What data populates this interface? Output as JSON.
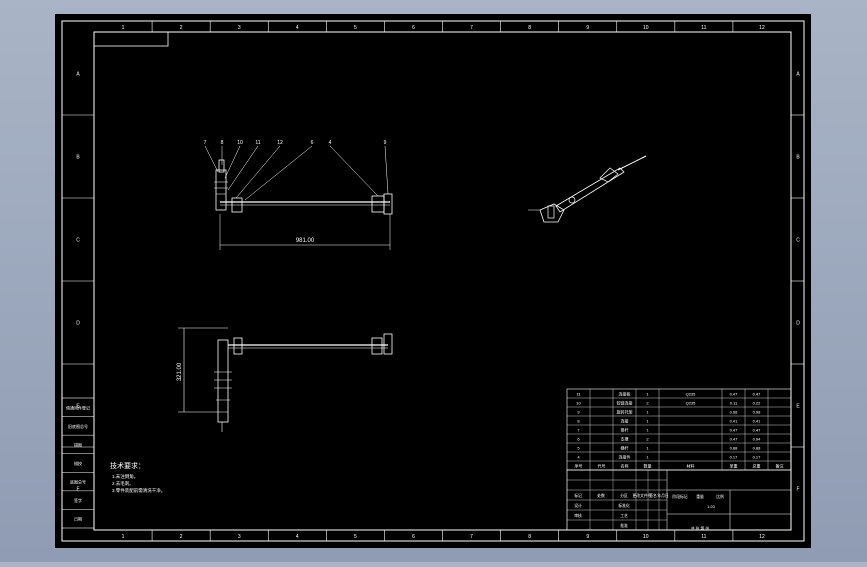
{
  "drawing": {
    "background": "#000000",
    "line_color": "#ffffff",
    "viewport_color": "#9aa6bb",
    "columns": [
      "1",
      "2",
      "3",
      "4",
      "5",
      "6",
      "7",
      "8",
      "9",
      "10",
      "11",
      "12"
    ],
    "rows": [
      "A",
      "B",
      "C",
      "D",
      "E",
      "F"
    ],
    "front_view": {
      "balloons": [
        "7",
        "8",
        "10",
        "11",
        "12",
        "6",
        "4",
        "9"
      ],
      "dimension": "981.00"
    },
    "bottom_view": {
      "dimension": "321.00"
    },
    "tech_notes": {
      "title": "技术要求：",
      "lines": [
        "1.未注倒角。",
        "2.去毛刺。",
        "3.零件装配前需清洗干净。"
      ]
    },
    "left_strip": [
      "借通用件登记",
      "旧底图总号",
      "描图",
      "描校",
      "底图总号",
      "签字",
      "日期"
    ],
    "bom": {
      "rows": [
        {
          "no": "11",
          "code": "",
          "name": "连接板",
          "qty": "1",
          "material": "Q235",
          "note1": "0.47",
          "note2": "0.47"
        },
        {
          "no": "10",
          "code": "",
          "name": "铰链连接",
          "qty": "2",
          "material": "Q235",
          "note1": "0.11",
          "note2": "0.22"
        },
        {
          "no": "9",
          "code": "",
          "name": "旋转托架",
          "qty": "1",
          "material": "",
          "note1": "0.98",
          "note2": "0.98"
        },
        {
          "no": "8",
          "code": "",
          "name": "连接",
          "qty": "1",
          "material": "",
          "note1": "0.41",
          "note2": "0.41"
        },
        {
          "no": "7",
          "code": "",
          "name": "推杆",
          "qty": "1",
          "material": "",
          "note1": "0.47",
          "note2": "0.47"
        },
        {
          "no": "6",
          "code": "",
          "name": "支撑",
          "qty": "2",
          "material": "",
          "note1": "0.47",
          "note2": "0.94"
        },
        {
          "no": "5",
          "code": "",
          "name": "横杆",
          "qty": "1",
          "material": "",
          "note1": "0.88",
          "note2": "0.88"
        },
        {
          "no": "4",
          "code": "",
          "name": "连接件",
          "qty": "1",
          "material": "",
          "note1": "0.17",
          "note2": "0.17"
        }
      ],
      "header": [
        "序号",
        "代号",
        "名称",
        "数量",
        "材料",
        "单重",
        "总重",
        "备注"
      ]
    },
    "title_block": {
      "labels": [
        "标记",
        "处数",
        "分区",
        "更改文件号",
        "签名",
        "年月日",
        "设计",
        "审核",
        "工艺",
        "批准",
        "标准化",
        "阶段标记",
        "重量",
        "比例",
        "共 张 第 张"
      ],
      "scale": "1:20"
    }
  }
}
